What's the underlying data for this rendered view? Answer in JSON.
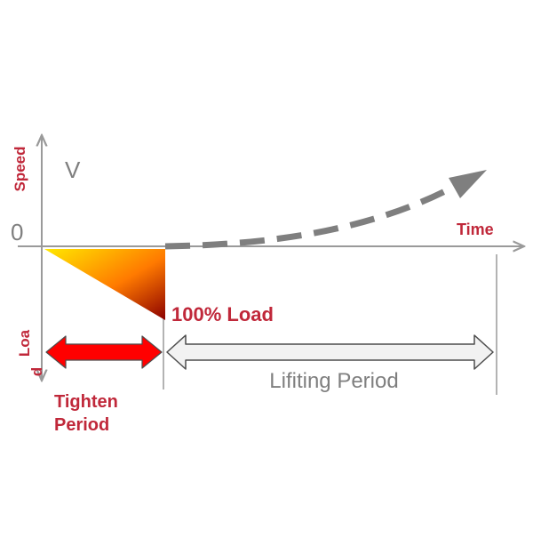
{
  "labels": {
    "speed_axis": "Speed",
    "velocity_symbol": "V",
    "zero": "0",
    "time_axis": "Time",
    "load_axis_part1": "Loa",
    "load_axis_part2": "d",
    "full_load": "100% Load",
    "tighten_line1": "Tighten",
    "tighten_line2": "Period",
    "lifting_period": "Lifiting Period"
  },
  "colors": {
    "accent_red": "#c0283a",
    "axis": "#9a9a9a",
    "dashed_curve": "#7f7f7f",
    "tighten_arrow": "#ff0000",
    "lifting_arrow_fill": "#f2f2f2",
    "lifting_arrow_stroke": "#4d4d4d",
    "gradient_start": "#ffe800",
    "gradient_mid": "#ff7a00",
    "gradient_end": "#8b0000",
    "muted_text": "#7f7f7f"
  }
}
